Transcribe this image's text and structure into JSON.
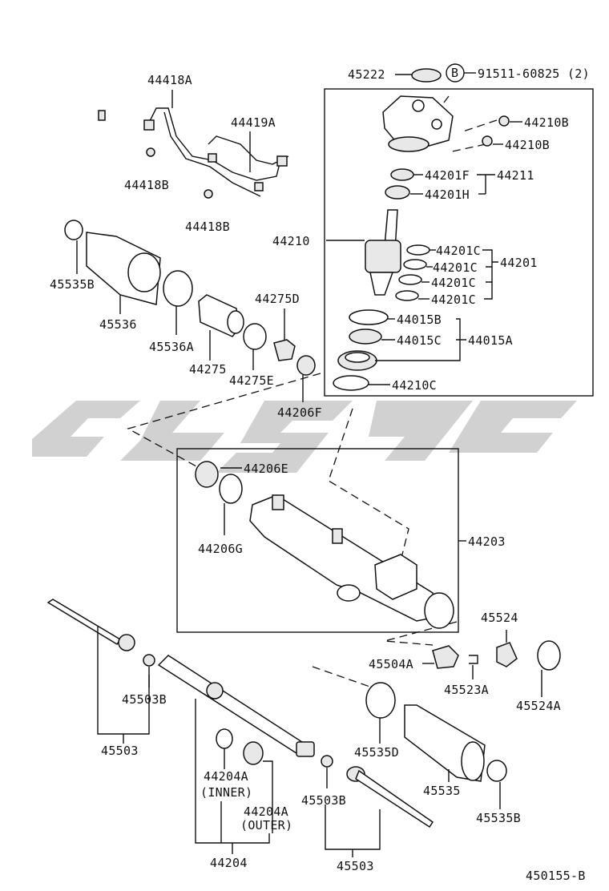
{
  "labels": {
    "p45222": "45222",
    "b_marker": "B",
    "p91511": "91511-60825 (2)",
    "p44418A": "44418A",
    "p44419A": "44419A",
    "p44418B_1": "44418B",
    "p44418B_2": "44418B",
    "p44210B_1": "44210B",
    "p44210B_2": "44210B",
    "p44201F": "44201F",
    "p44211": "44211",
    "p44201H": "44201H",
    "p44210": "44210",
    "p44201C_1": "44201C",
    "p44201C_2": "44201C",
    "p44201C_3": "44201C",
    "p44201C_4": "44201C",
    "p44201": "44201",
    "p44015B": "44015B",
    "p44015C": "44015C",
    "p44015A": "44015A",
    "p44210C": "44210C",
    "p45535B_top": "45535B",
    "p45536": "45536",
    "p45536A": "45536A",
    "p44275": "44275",
    "p44275D": "44275D",
    "p44275E": "44275E",
    "p44206F": "44206F",
    "p44206E": "44206E",
    "p44206G": "44206G",
    "p44203": "44203",
    "p45524": "45524",
    "p45504A": "45504A",
    "p45523A": "45523A",
    "p45524A": "45524A",
    "p45503B_left": "45503B",
    "p45503_left": "45503",
    "p44204A_inner_1": "44204A",
    "p44204A_inner_2": "(INNER)",
    "p44204A_outer_1": "44204A",
    "p44204A_outer_2": "(OUTER)",
    "p44204": "44204",
    "p45503B_right": "45503B",
    "p45503_right": "45503",
    "p45535D": "45535D",
    "p45535": "45535",
    "p45535B_bottom": "45535B",
    "diagram_code": "450155-B"
  }
}
